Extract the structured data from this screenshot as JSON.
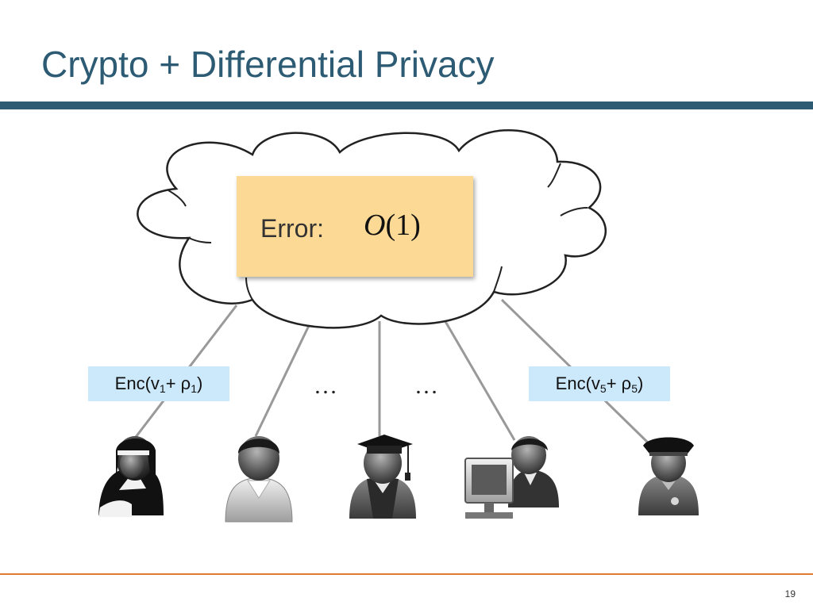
{
  "slide": {
    "title": "Crypto + Differential Privacy",
    "page_number": "19"
  },
  "cloud": {
    "error_label": "Error:",
    "error_value_italic": "O",
    "error_value_rest": "(1)"
  },
  "labels": {
    "enc_1": {
      "prefix": "Enc(v",
      "sub1": "1",
      "mid": "+ ρ",
      "sub2": "1",
      "suffix": ")"
    },
    "enc_5": {
      "prefix": "Enc(v",
      "sub1": "5",
      "mid": "+ ρ",
      "sub2": "5",
      "suffix": ")"
    },
    "ellipsis_1": "…",
    "ellipsis_2": "…"
  },
  "users": [
    {
      "icon": "nun-user-icon"
    },
    {
      "icon": "generic-user-icon"
    },
    {
      "icon": "graduate-user-icon"
    },
    {
      "icon": "computer-worker-icon"
    },
    {
      "icon": "police-officer-icon"
    }
  ],
  "colors": {
    "title": "#2d5b74",
    "title_rule": "#2d5b74",
    "footer_rule": "#e07a2e",
    "error_box": "#fcd994",
    "enc_label": "#cce8fb"
  }
}
